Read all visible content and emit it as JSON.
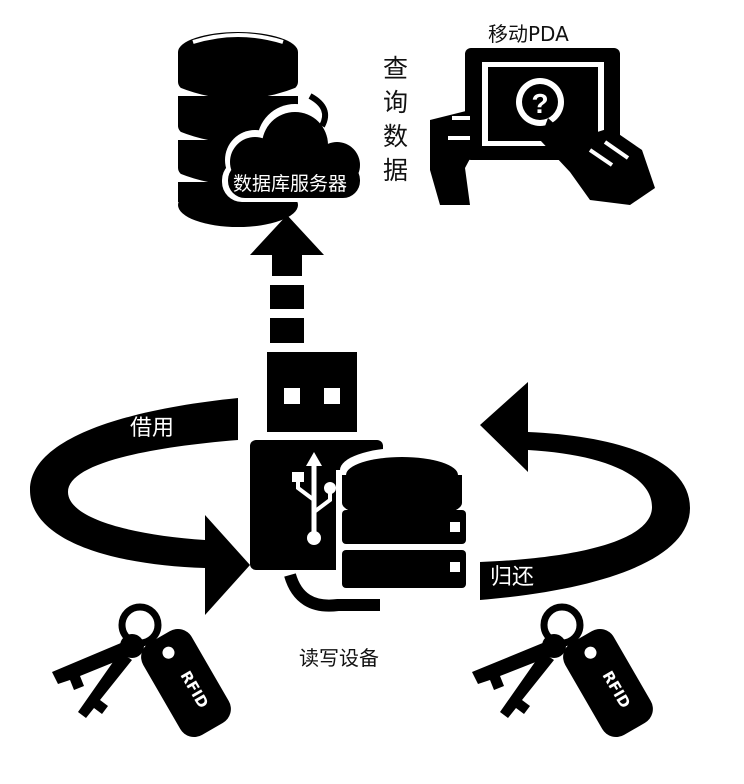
{
  "labels": {
    "db_server": "数据库服务器",
    "mobile_pda": "移动PDA",
    "query_data": [
      "查",
      "询",
      "数",
      "据"
    ],
    "borrow": "借用",
    "return": "归还",
    "reader": "读写设备",
    "tag_left": "RFID",
    "tag_right": "RFID"
  },
  "colors": {
    "ink": "#000000",
    "background": "#ffffff",
    "label_text": "#111111"
  },
  "icons": {
    "database": "database-cloud-icon",
    "pda": "tablet-hand-question-icon",
    "usb": "usb-connector-icon",
    "reader": "usb-database-reader-icon",
    "keys": "rfid-key-tag-icon"
  }
}
